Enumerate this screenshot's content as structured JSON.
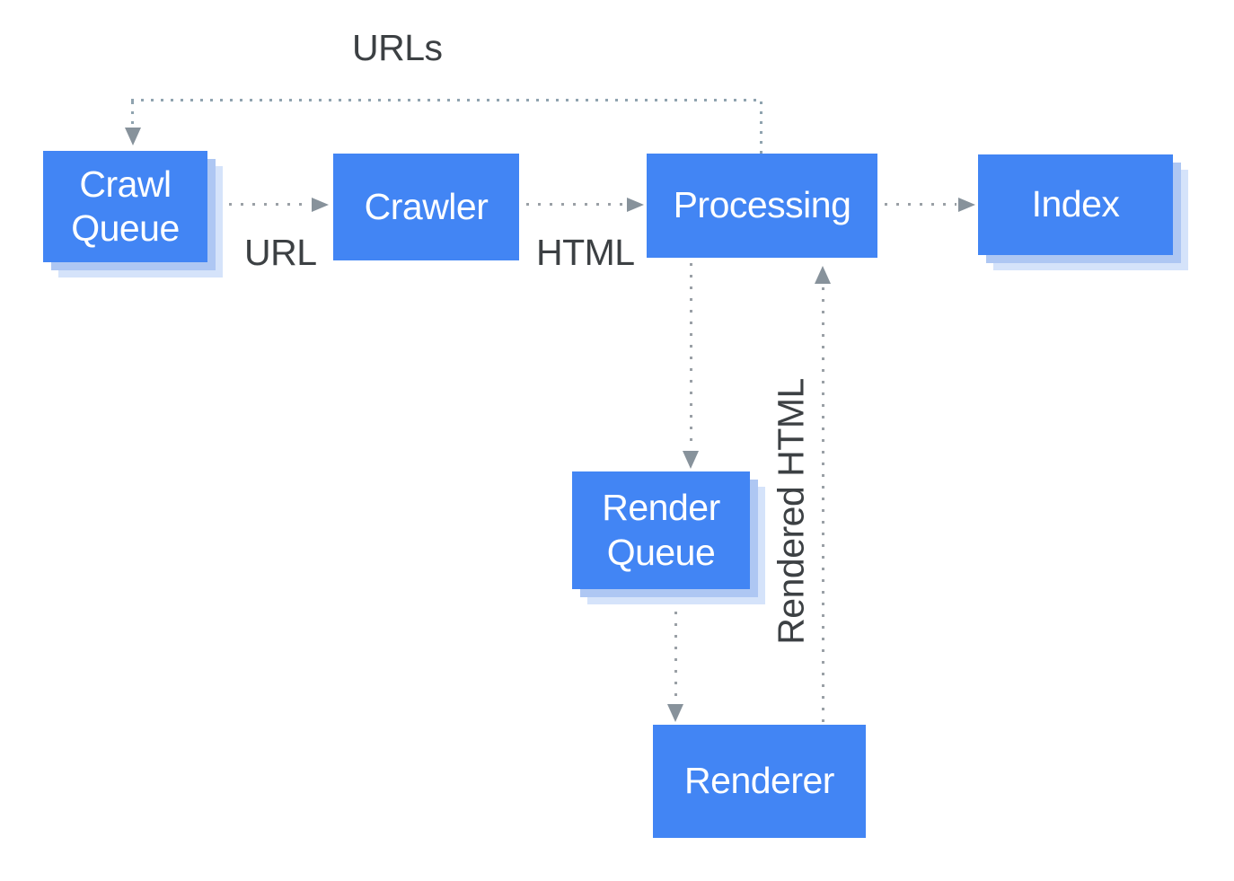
{
  "colors": {
    "node_fill": "#4285f4",
    "node_text": "#ffffff",
    "node_shadow_inner": "#aec7f3",
    "node_shadow_outer": "#d5e3fa",
    "edge_dot": "#9aa0a6",
    "arrowhead": "#87929b",
    "label_text": "#3c4043",
    "background": "#ffffff"
  },
  "nodes": {
    "crawl_queue": {
      "label": "Crawl Queue",
      "stacked_shadow": true
    },
    "crawler": {
      "label": "Crawler",
      "stacked_shadow": false
    },
    "processing": {
      "label": "Processing",
      "stacked_shadow": false
    },
    "index": {
      "label": "Index",
      "stacked_shadow": true
    },
    "render_queue": {
      "label": "Render Queue",
      "stacked_shadow": true
    },
    "renderer": {
      "label": "Renderer",
      "stacked_shadow": false
    }
  },
  "edge_labels": {
    "urls": "URLs",
    "url": "URL",
    "html": "HTML",
    "rendered_html": "Rendered HTML"
  },
  "edges": [
    {
      "from": "Processing",
      "to": "Crawl Queue",
      "label": "URLs",
      "style": "dotted",
      "path": "up-left-down"
    },
    {
      "from": "Crawl Queue",
      "to": "Crawler",
      "label": "URL",
      "style": "dotted",
      "path": "right"
    },
    {
      "from": "Crawler",
      "to": "Processing",
      "label": "HTML",
      "style": "dotted",
      "path": "right"
    },
    {
      "from": "Processing",
      "to": "Index",
      "label": "",
      "style": "dotted",
      "path": "right"
    },
    {
      "from": "Processing",
      "to": "Render Queue",
      "label": "",
      "style": "dotted",
      "path": "down"
    },
    {
      "from": "Render Queue",
      "to": "Renderer",
      "label": "",
      "style": "dotted",
      "path": "down"
    },
    {
      "from": "Renderer",
      "to": "Processing",
      "label": "Rendered HTML",
      "style": "dotted",
      "path": "up"
    }
  ]
}
